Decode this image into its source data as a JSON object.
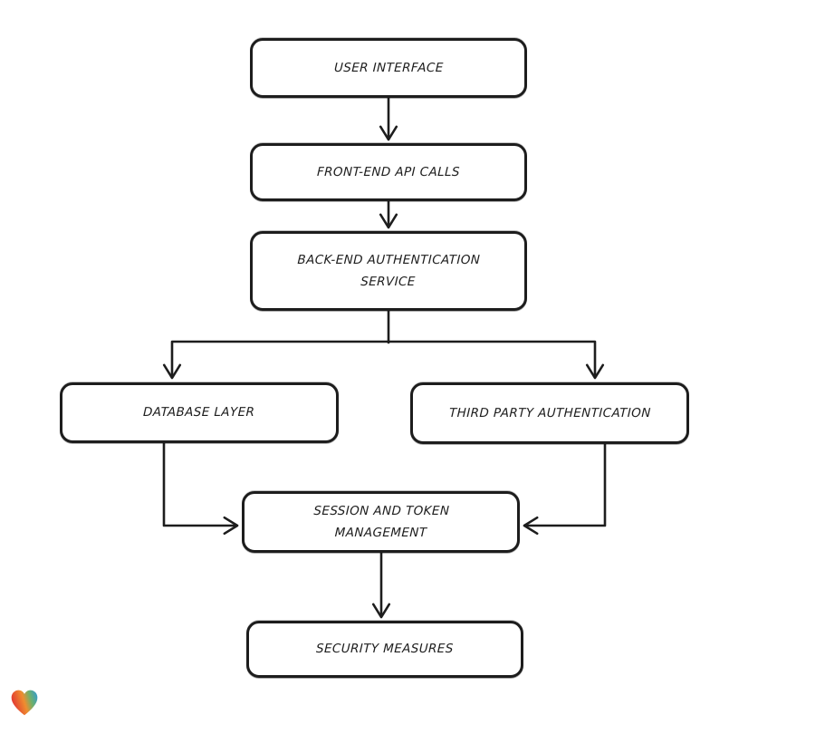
{
  "page": {
    "background": "#ffffff"
  },
  "diagram": {
    "type": "flowchart",
    "stroke_color": "#1d1d1d",
    "node_fill": "#ffffff",
    "nodes": [
      {
        "id": "user-interface",
        "label": "USER INTERFACE"
      },
      {
        "id": "front-end-api-calls",
        "label": "FRONT-END API CALLS"
      },
      {
        "id": "back-end-authentication-service",
        "label": "BACK-END AUTHENTICATION\nSERVICE"
      },
      {
        "id": "database-layer",
        "label": "DATABASE LAYER"
      },
      {
        "id": "third-party-authentication",
        "label": "THIRD PARTY AUTHENTICATION"
      },
      {
        "id": "session-and-token-management",
        "label": "SESSION AND TOKEN\nMANAGEMENT"
      },
      {
        "id": "security-measures",
        "label": "SECURITY MEASURES"
      }
    ],
    "edges": [
      {
        "from": "user-interface",
        "to": "front-end-api-calls"
      },
      {
        "from": "front-end-api-calls",
        "to": "back-end-authentication-service"
      },
      {
        "from": "back-end-authentication-service",
        "to": "database-layer"
      },
      {
        "from": "back-end-authentication-service",
        "to": "third-party-authentication"
      },
      {
        "from": "database-layer",
        "to": "session-and-token-management"
      },
      {
        "from": "third-party-authentication",
        "to": "session-and-token-management"
      },
      {
        "from": "session-and-token-management",
        "to": "security-measures"
      }
    ],
    "watermark": {
      "icon": "heart-icon",
      "gradient_colors": [
        "#e23b32",
        "#ef8d2f",
        "#6fb16a",
        "#2f9ad6"
      ]
    }
  }
}
